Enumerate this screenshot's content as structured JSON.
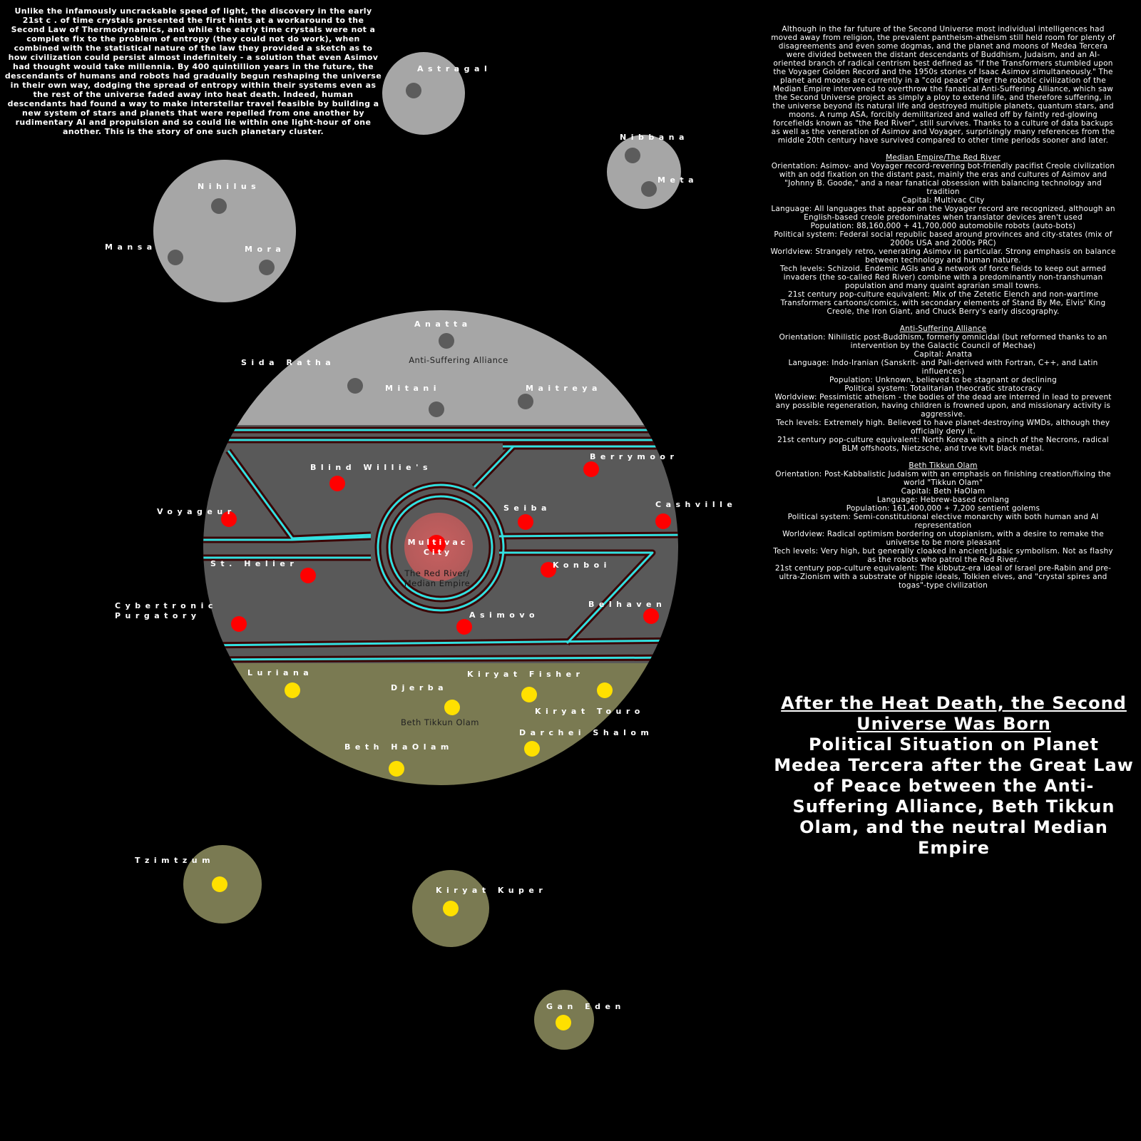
{
  "intro_text": "Unlike the infamously uncrackable speed of light, the discovery in the early 21st c . of time crystals presented the first hints at a workaround to the Second Law of Thermodynamics, and while the early time crystals were not a complete fix to the problem of entropy (they could not do work), when combined with the statistical nature of the law they provided a sketch as to how civilization could persist almost indefinitely - a solution that even Asimov had thought would take millennia. By 400 quintillion years in the future, the descendants of humans and robots had gradually begun reshaping the universe in their own way, dodging the spread of entropy within their systems even as the rest of the universe faded away into heat death. Indeed, human descendants had found a way to make interstellar travel feasible by building a new system of stars and planets that were repelled from one another by rudimentary AI and propulsion and so could lie within one light-hour of one another. This is the story of one such planetary cluster.",
  "lore_intro": "Although in the far future of the Second Universe most individual intelligences had moved away from religion, the prevalent pantheism-atheism still held room for plenty of disagreements and even some dogmas, and the planet and moons of Medea Tercera were divided between the distant descendants of Buddhism, Judaism, and an AI-oriented branch of radical centrism best defined as \"if the Transformers stumbled upon the Voyager Golden Record and the 1950s stories of Isaac Asimov simultaneously.\" The planet and moons are currently in a \"cold peace\" after the robotic civilization of the Median Empire intervened to overthrow the fanatical Anti-Suffering Alliance, which saw the Second Universe project as simply a ploy to extend life, and therefore suffering, in the universe beyond its natural life and destroyed multiple planets, quantum stars, and moons. A rump ASA, forcibly demilitarized and walled off by faintly red-glowing forcefields known as \"the Red River\", still survives. Thanks to a culture of data backups as well as the veneration of Asimov and Voyager, surprisingly many references from the middle 20th century have survived compared to other time periods sooner and later.",
  "factions": [
    {
      "title": "Median Empire/The Red River",
      "lines": [
        "Orientation: Asimov- and Voyager record-revering bot-friendly pacifist Creole civilization with an odd fixation on the distant past, mainly the eras and cultures of Asimov and \"Johnny B. Goode,\" and a near fanatical obsession with balancing technology and tradition",
        "Capital: Multivac City",
        "Language: All languages that appear on the Voyager record are recognized, although an English-based creole predominates when translator devices aren't used",
        "Population:  88,160,000 + 41,700,000 automobile robots (auto-bots)",
        "Political system: Federal social republic based around provinces and city-states (mix of 2000s USA and 2000s PRC)",
        "Worldview: Strangely retro, venerating Asimov in particular. Strong emphasis on balance between technology and human nature.",
        "Tech levels: Schizoid. Endemic AGIs and a network of force fields to keep out armed invaders (the so-called Red River) combine with a predominantly non-transhuman population and many quaint agrarian small towns.",
        "21st century pop-culture equivalent: Mix of the Zetetic Elench and non-wartime Transformers cartoons/comics, with secondary elements of Stand By Me, Elvis' King Creole, the Iron Giant, and Chuck Berry's early discography."
      ]
    },
    {
      "title": "Anti-Suffering Alliance",
      "lines": [
        "Orientation: Nihilistic post-Buddhism, formerly omnicidal (but reformed thanks to an intervention by the Galactic Council of Mechae)",
        "Capital: Anatta",
        "Language: Indo-Iranian (Sanskrit- and Pali-derived with Fortran, C++, and Latin influences)",
        "Population: Unknown, believed to be stagnant or declining",
        "Political system: Totalitarian theocratic stratocracy",
        "Worldview: Pessimistic atheism - the bodies of the dead are interred in lead to prevent any possible regeneration, having children is frowned upon, and missionary activity is aggressive.",
        "Tech levels: Extremely high. Believed to have planet-destroying WMDs, although they officially deny it.",
        "21st century pop-culture equivalent: North Korea with a pinch of the Necrons, radical BLM offshoots, Nietzsche, and trve kvlt black metal."
      ]
    },
    {
      "title": "Beth Tikkun Olam",
      "lines": [
        "Orientation: Post-Kabbalistic Judaism with an emphasis on finishing creation/fixing the world \"Tikkun Olam\"",
        "Capital: Beth HaOlam",
        "Language: Hebrew-based conlang",
        "Population: 161,400,000 + 7,200 sentient golems",
        "Political system: Semi-constitutional elective monarchy with both human and AI representation",
        "Worldview: Radical optimism bordering on utopianism, with a desire to remake the universe to be more pleasant",
        "Tech levels: Very high, but generally cloaked in ancient Judaic symbolism. Not as flashy as the robots who patrol the Red River.",
        "21st century pop-culture equivalent: The kibbutz-era ideal of Israel pre-Rabin and pre-ultra-Zionism with a substrate of hippie ideals, Tolkien elves, and \"crystal spires and togas\"-type civilization"
      ]
    }
  ],
  "title": {
    "main": "After the Heat Death, the Second Universe Was Born",
    "sub": "Political Situation on Planet Medea Tercera after the Great Law of Peace between the Anti-Suffering Alliance, Beth Tikkun Olam, and the neutral Median Empire"
  },
  "colors": {
    "asa": "#a6a6a6",
    "median": "#595959",
    "beth": "#7a7a52",
    "red_city": "#ff0000",
    "yellow_city": "#ffe000",
    "river": "#33e0e0",
    "moon_grey": "#a6a6a6",
    "crater": "#5c5c5c"
  },
  "map": {
    "regions": {
      "asa": "Anti-Suffering Alliance",
      "median": "The Red River/\nMedian Empire",
      "beth": "Beth Tikkun Olam"
    },
    "capital": "Multivac\nCity",
    "median_cities": [
      "Blind Willie's",
      "Berrymoor",
      "Voyageur",
      "Seiba",
      "Cashville",
      "St. Helier",
      "Konboi",
      "Cybertronic\nPurgatory",
      "Asimovo",
      "Belhaven"
    ],
    "asa_cities": [
      "Anatta",
      "Sida Ratha",
      "Mitani",
      "Maitreya"
    ],
    "beth_cities": [
      "Luriana",
      "Djerba",
      "Kiryat Fisher",
      "Kiryat Touro",
      "Darchei Shalom",
      "Beth HaOlam"
    ],
    "moons": {
      "astragal": "Astragal",
      "nibbana": "Nibbana",
      "meta": "Meta",
      "nihilus": "Nihilus",
      "mansa": "Mansa",
      "mora": "Mora",
      "tzimtzum": "Tzimtzum",
      "kiryat_kuper": "Kiryat Kuper",
      "gan_eden": "Gan Eden"
    }
  }
}
